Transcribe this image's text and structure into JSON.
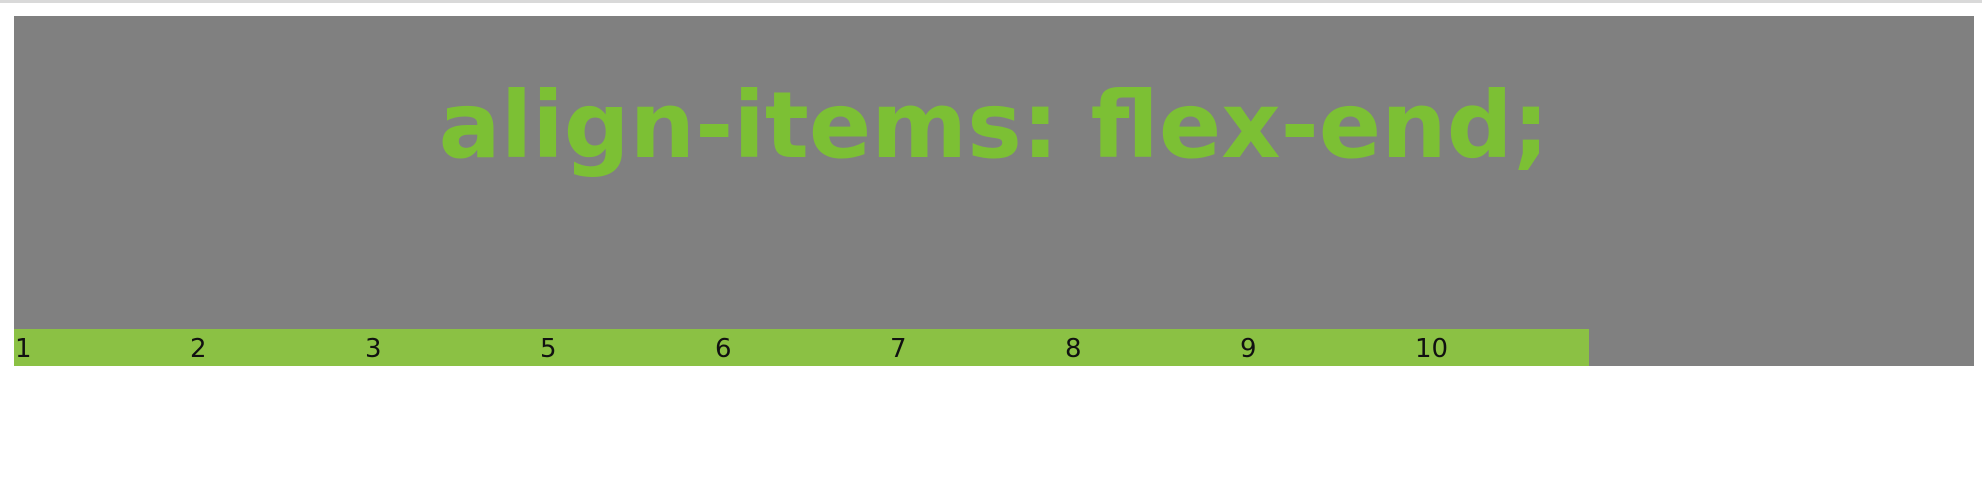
{
  "demo": {
    "title": "align-items: flex-end;",
    "items": [
      "1",
      "2",
      "3",
      "5",
      "6",
      "7",
      "8",
      "9",
      "10"
    ]
  },
  "colors": {
    "container_background": "#808080",
    "title_color": "#7cc034",
    "item_background": "#8bc144",
    "item_text": "#111111"
  }
}
